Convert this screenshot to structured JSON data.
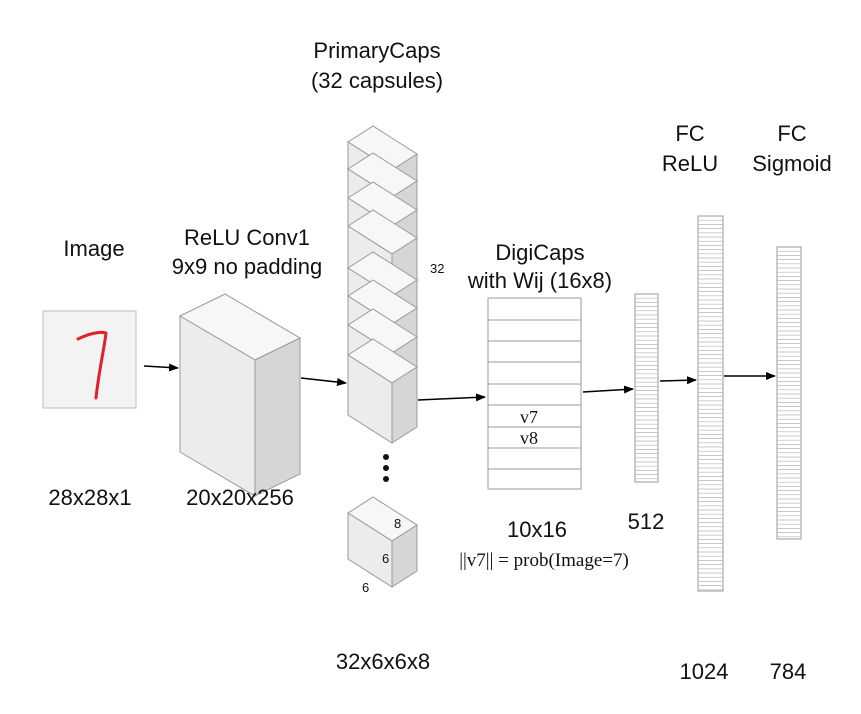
{
  "labels": {
    "image_title": "Image",
    "conv_title_1": "ReLU Conv1",
    "conv_title_2": "9x9 no padding",
    "primary_title_1": "PrimaryCaps",
    "primary_title_2": "(32 capsules)",
    "primary_count": "32",
    "digicaps_title_1": "DigiCaps",
    "digicaps_title_2": "with Wij (16x8)",
    "fc1_title_1": "FC",
    "fc1_title_2": "ReLU",
    "fc2_title_1": "FC",
    "fc2_title_2": "Sigmoid",
    "image_size": "28x28x1",
    "conv_size": "20x20x256",
    "primary_size": "32x6x6x8",
    "digicaps_size": "10x16",
    "fc512_size": "512",
    "fc1024_size": "1024",
    "fc784_size": "784",
    "cube_dim_depth": "8",
    "cube_dim_height": "6",
    "cube_dim_width": "6",
    "v7_label": "v7",
    "v8_label": "v8",
    "prob_formula": "||v7|| = prob(Image=7)"
  },
  "digit": "7",
  "colors": {
    "digit_stroke": "#e0202a",
    "box_face": "#efefef",
    "box_top": "#f7f7f7",
    "box_side": "#d6d6d6",
    "outline": "#9a9a9a",
    "arrow": "#000000"
  }
}
